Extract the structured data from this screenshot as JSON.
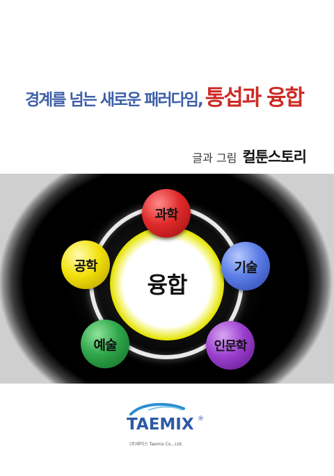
{
  "title": {
    "part1": "경계를 넘는 새로운 패러다임,",
    "part2": "통섭과 융합"
  },
  "byline": {
    "label": "글과 그림",
    "author": "컬툰스토리"
  },
  "diagram": {
    "center": "융합",
    "nodes": {
      "top": "과학",
      "left": "공학",
      "right": "기술",
      "bottom_left": "예술",
      "bottom_right": "인문학"
    },
    "colors": {
      "top": "#e02a2a",
      "left": "#f3e10a",
      "right": "#5a7de6",
      "bottom_left": "#2ea64a",
      "bottom_right": "#9b3fcf",
      "glow": "#e4e200"
    }
  },
  "publisher": {
    "logo_text": "TAEMIX",
    "registered_mark": "®",
    "caption": "(주)태믹스 Taemix Co., Ltd.",
    "logo_color": "#2b5aa6"
  }
}
